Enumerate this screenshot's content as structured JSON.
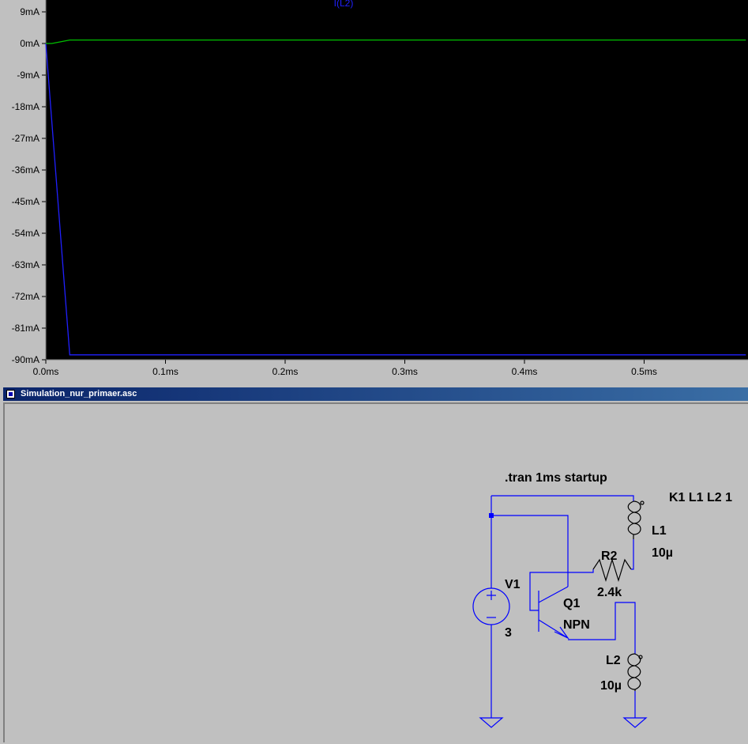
{
  "plot": {
    "trace_name": "I(L2)",
    "y_ticks": [
      "9mA",
      "0mA",
      "-9mA",
      "-18mA",
      "-27mA",
      "-36mA",
      "-45mA",
      "-54mA",
      "-63mA",
      "-72mA",
      "-81mA",
      "-90mA"
    ],
    "x_ticks": [
      "0.0ms",
      "0.1ms",
      "0.2ms",
      "0.3ms",
      "0.4ms",
      "0.5ms"
    ],
    "colors": {
      "background": "#000000",
      "axis": "#808080",
      "blue_trace": "#2020ff",
      "green_trace": "#00c000"
    }
  },
  "chart_data": {
    "type": "line",
    "title": "I(L2)",
    "xlabel": "",
    "ylabel": "",
    "x_unit": "ms",
    "y_unit": "mA",
    "xlim": [
      0,
      0.585
    ],
    "ylim": [
      -90,
      9
    ],
    "grid": false,
    "series": [
      {
        "name": "I(L2)",
        "color": "#2020ff",
        "x": [
          0.0,
          0.02,
          0.585
        ],
        "y": [
          0,
          -88.6,
          -88.6
        ]
      },
      {
        "color": "#00c000",
        "x": [
          0.0,
          0.005,
          0.02,
          0.585
        ],
        "y": [
          0,
          0,
          1.0,
          1.0
        ]
      }
    ]
  },
  "schematic": {
    "window_title": "Simulation_nur_primaer.asc",
    "directive": ".tran 1ms startup",
    "coupling": "K1 L1 L2 1",
    "components": {
      "v1": {
        "name": "V1",
        "value": "3"
      },
      "q1": {
        "name": "Q1",
        "model": "NPN"
      },
      "r2": {
        "name": "R2",
        "value": "2.4k"
      },
      "l1": {
        "name": "L1",
        "value": "10µ"
      },
      "l2": {
        "name": "L2",
        "value": "10µ"
      }
    },
    "colors": {
      "wire": "#0000ff",
      "background": "#c0c0c0",
      "text": "#000000"
    }
  }
}
